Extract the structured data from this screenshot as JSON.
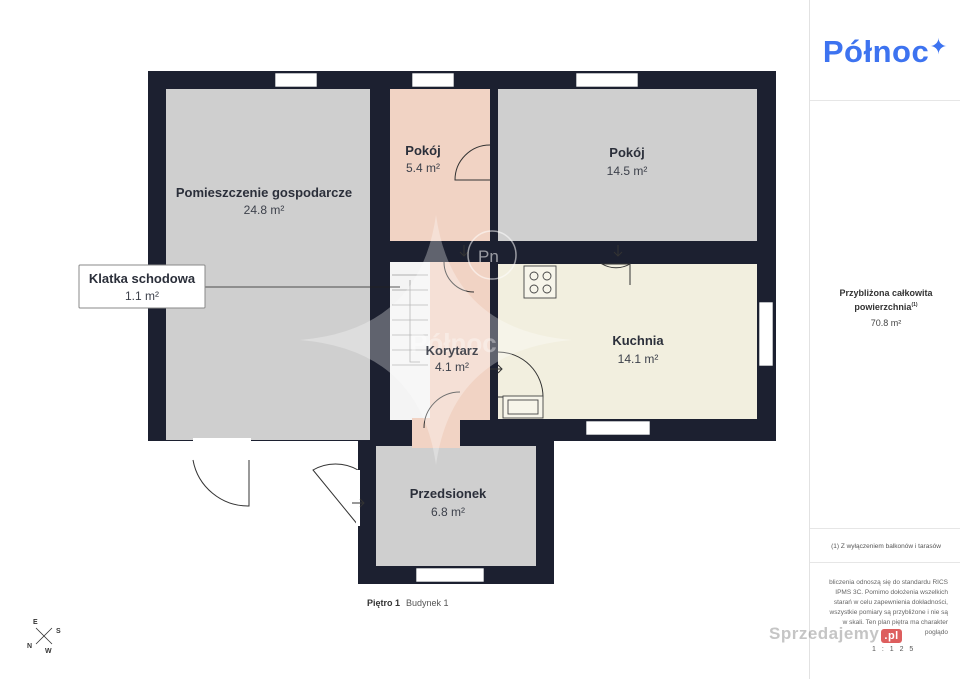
{
  "brand": {
    "logo_text": "Północ",
    "logo_star": "✦",
    "watermark_text": "Północ",
    "watermark_mark": "Pn"
  },
  "rooms": [
    {
      "key": "pomieszczenie",
      "name": "Pomieszczenie gospodarcze",
      "area": "24.8 m²"
    },
    {
      "key": "pokoj_small",
      "name": "Pokój",
      "area": "5.4 m²"
    },
    {
      "key": "pokoj_large",
      "name": "Pokój",
      "area": "14.5 m²"
    },
    {
      "key": "klatka",
      "name": "Klatka schodowa",
      "area": "1.1 m²"
    },
    {
      "key": "korytarz",
      "name": "Korytarz",
      "area": "4.1 m²"
    },
    {
      "key": "kuchnia",
      "name": "Kuchnia",
      "area": "14.1 m²"
    },
    {
      "key": "przedsionek",
      "name": "Przedsionek",
      "area": "6.8 m²"
    }
  ],
  "floor": {
    "level": "Piętro 1",
    "building": "Budynek 1"
  },
  "summary": {
    "total_label": "Przybliżona całkowita powierzchnia",
    "total_sup": "(1)",
    "total_value": "70.8 m²",
    "footnote": "(1) Z wyłączeniem balkonów i tarasów",
    "disclaimer": "bliczenia odnoszą się do standardu RICS IPMS 3C. Pomimo dołożenia wszelkich starań w celu zapewnienia dokładności, wszystkie pomiary są przybliżone i nie są w skali. Ten plan piętra ma charakter poglądo"
  },
  "scale_text": "1 : 1 2 5",
  "compass": {
    "n": "N",
    "e": "E",
    "s": "S",
    "w": "W"
  },
  "site_watermark": {
    "text": "Sprzedajemy",
    "tld": ".pl"
  },
  "colors": {
    "wall": "#1c2030",
    "grey_room": "#cfcfcf",
    "pink_room": "#f1d3c4",
    "kitchen": "#f2efdf",
    "brand_blue": "#3d73f0"
  }
}
